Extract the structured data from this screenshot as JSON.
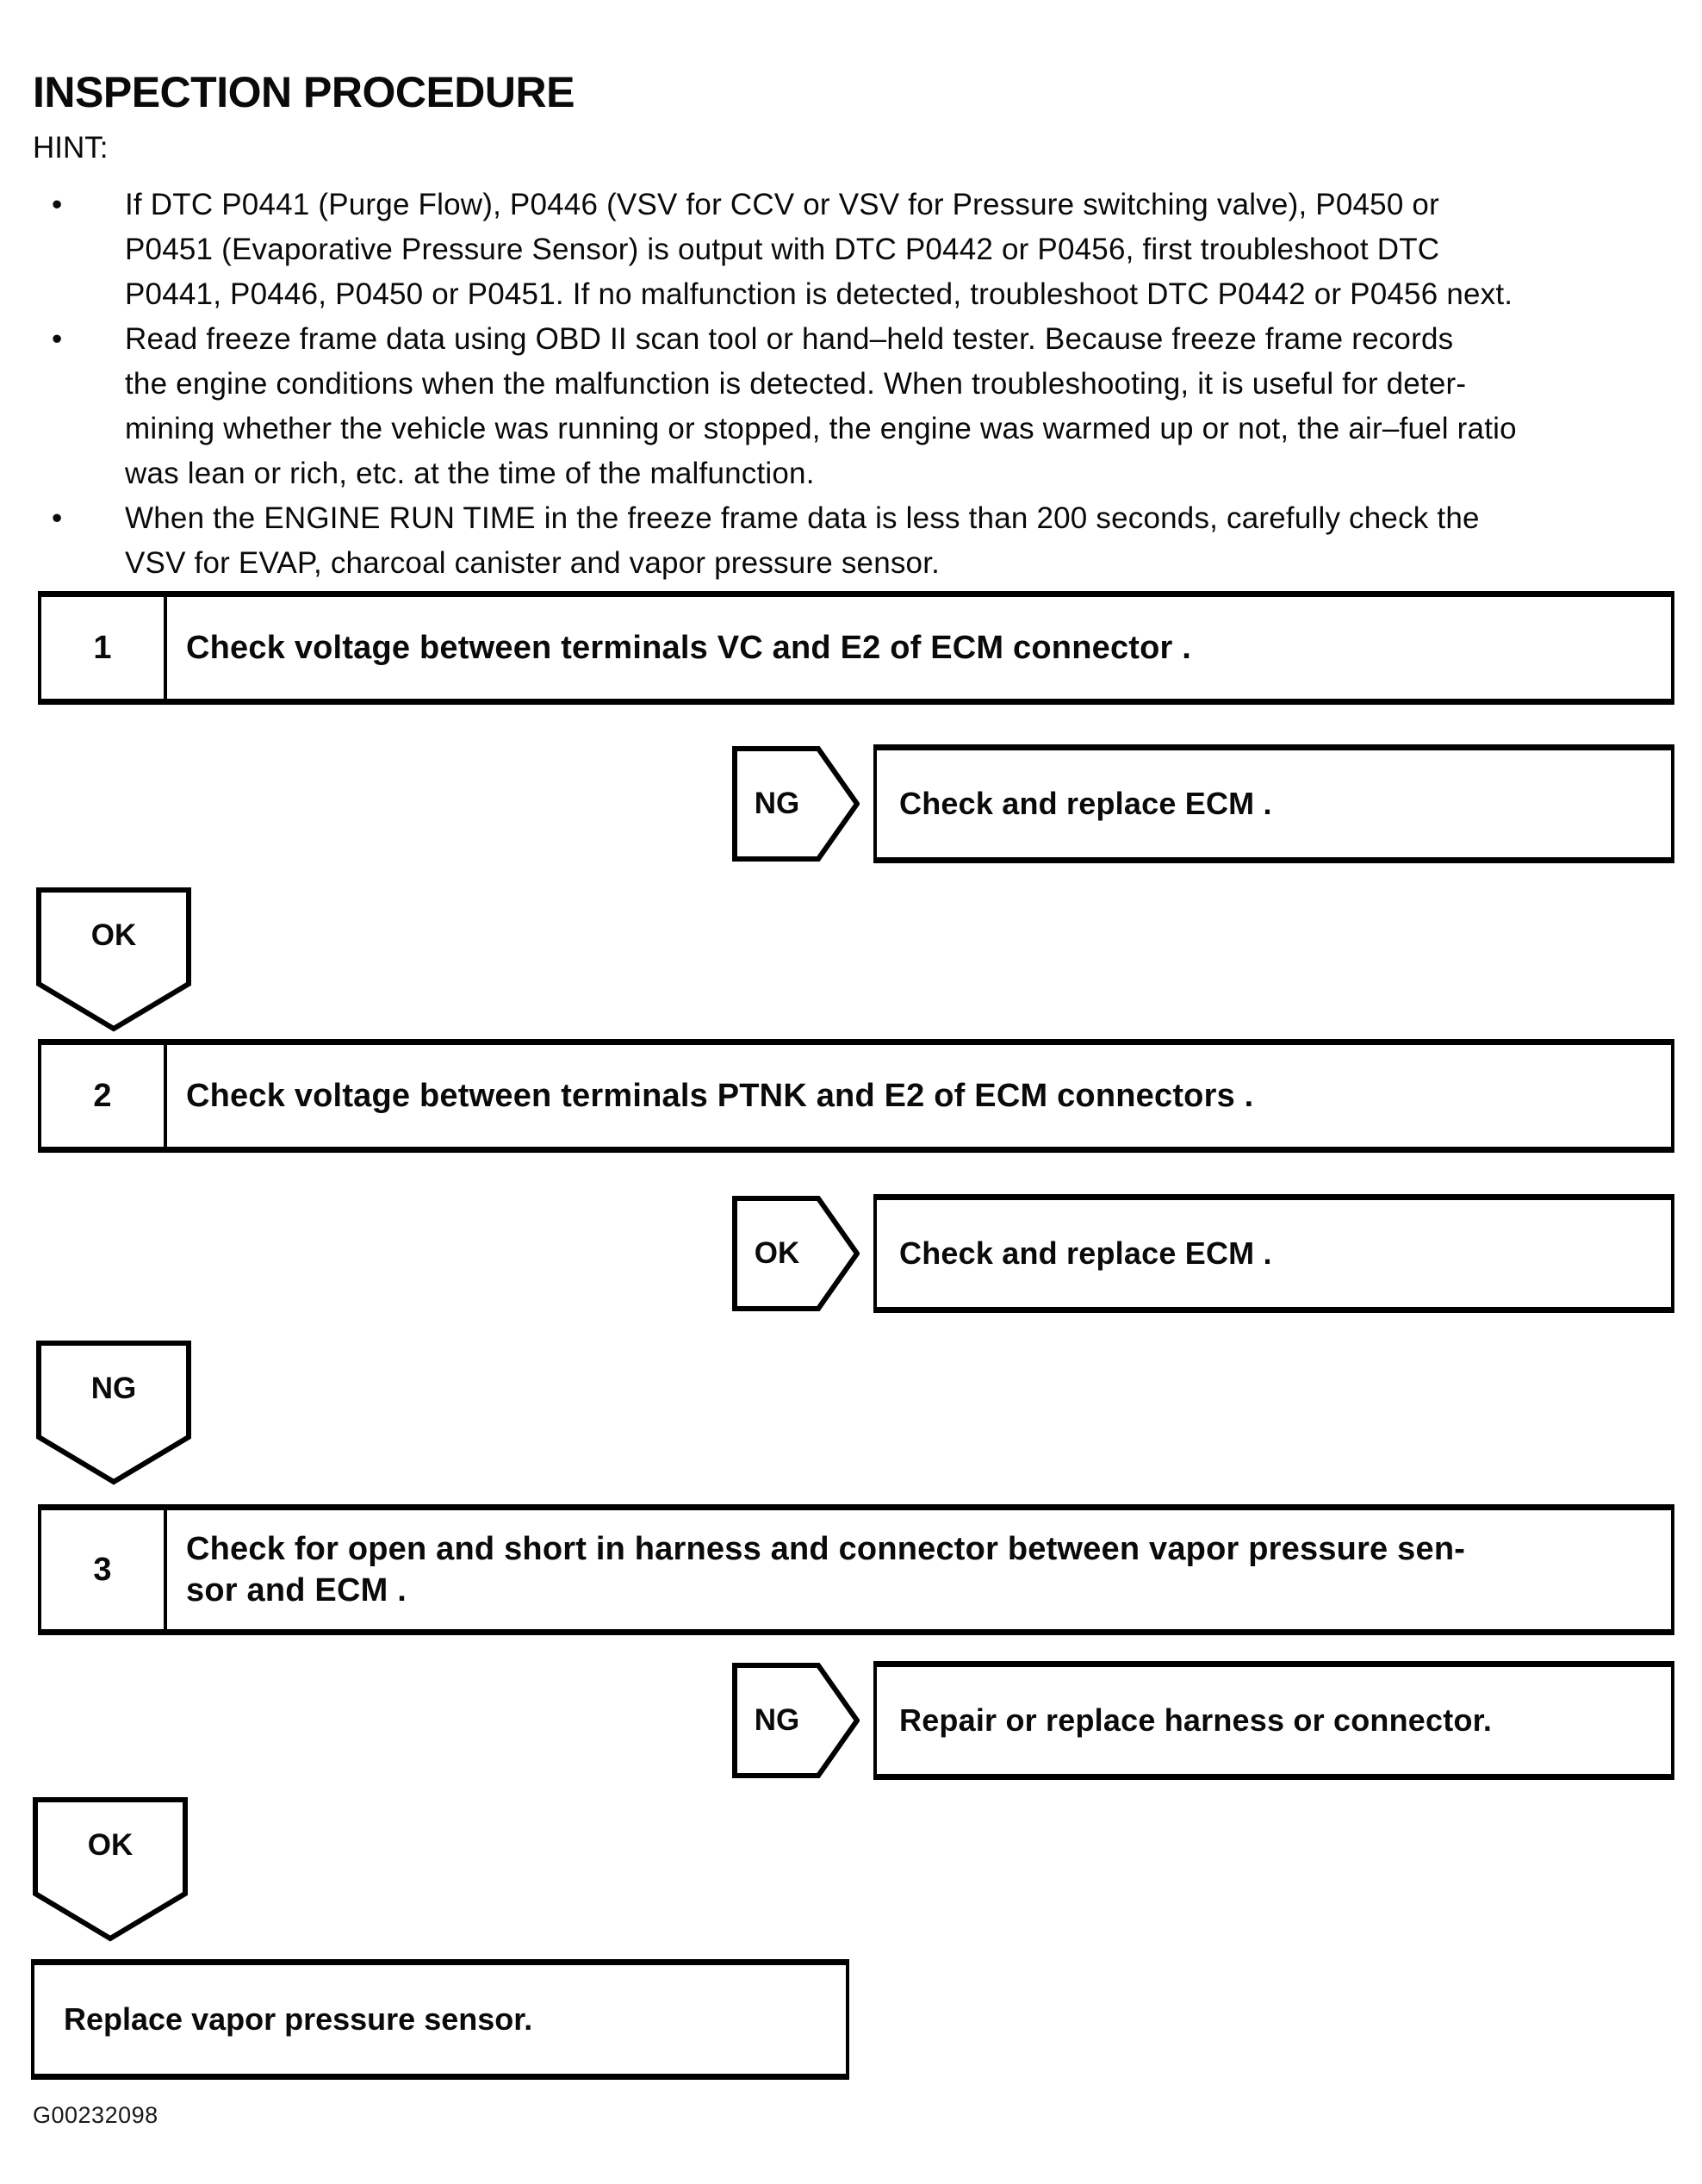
{
  "page": {
    "title": "INSPECTION PROCEDURE",
    "hint_label": "HINT:",
    "bullet_char": "•",
    "figure_id": "G00232098",
    "paper_color": "#ffffff",
    "ink_color": "#0a0a0a"
  },
  "hint_bullets": [
    {
      "lines": [
        "If DTC P0441 (Purge Flow), P0446 (VSV for CCV or VSV for Pressure switching valve), P0450 or",
        "P0451 (Evaporative Pressure Sensor) is output with DTC P0442 or P0456, first troubleshoot DTC",
        "P0441, P0446, P0450 or P0451. If no malfunction is detected, troubleshoot DTC P0442 or P0456 next."
      ]
    },
    {
      "lines": [
        "Read freeze frame data using OBD II scan tool or hand–held tester. Because freeze frame records",
        "the engine conditions when the malfunction is detected. When troubleshooting, it is useful for deter-",
        "mining whether the vehicle was running or stopped, the engine was warmed up or not, the air–fuel ratio",
        "was lean or rich, etc. at the time of the malfunction."
      ]
    },
    {
      "lines": [
        "When the ENGINE RUN TIME in the freeze frame data is less than 200 seconds, carefully check the",
        "VSV for EVAP, charcoal canister and vapor pressure sensor."
      ]
    }
  ],
  "steps": [
    {
      "number": "1",
      "lines": [
        "Check voltage between terminals VC and E2 of ECM connector ."
      ]
    },
    {
      "number": "2",
      "lines": [
        "Check voltage between terminals PTNK and E2 of ECM connectors ."
      ]
    },
    {
      "number": "3",
      "lines": [
        "Check for open and short in harness and connector between vapor pressure sen-",
        "sor and ECM ."
      ]
    }
  ],
  "decisions": [
    {
      "label": "NG",
      "action": "Check and replace ECM ."
    },
    {
      "label": "OK",
      "action": "Check and replace ECM ."
    },
    {
      "label": "NG",
      "action": "Repair or replace harness or connector."
    }
  ],
  "connectors": [
    {
      "label": "OK"
    },
    {
      "label": "NG"
    },
    {
      "label": "OK"
    }
  ],
  "final_action": "Replace vapor pressure sensor."
}
